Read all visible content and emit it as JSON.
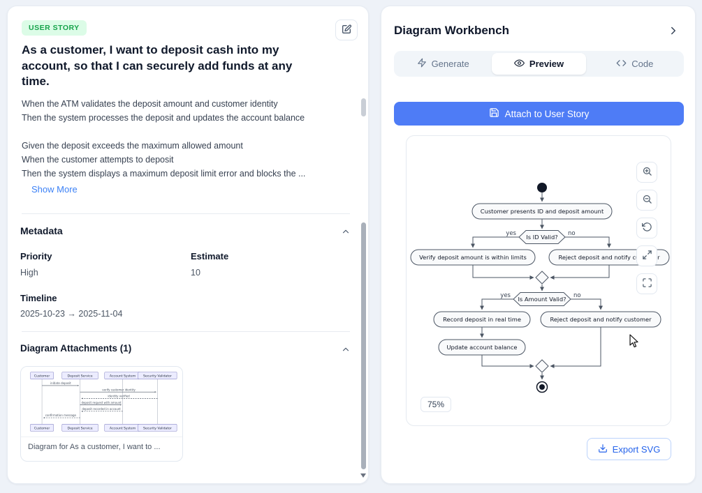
{
  "user_story": {
    "badge": "USER STORY",
    "title": "As a customer, I want to deposit cash into my account, so that I can securely add funds at any time.",
    "criteria": [
      "When the ATM validates the deposit amount and customer identity",
      "Then the system processes the deposit and updates the account balance",
      "",
      "Given the deposit exceeds the maximum allowed amount",
      "When the customer attempts to deposit",
      "Then the system displays a maximum deposit limit error and blocks the ..."
    ],
    "show_more": "Show More",
    "metadata": {
      "heading": "Metadata",
      "priority_label": "Priority",
      "priority_value": "High",
      "estimate_label": "Estimate",
      "estimate_value": "10",
      "timeline_label": "Timeline",
      "timeline_value": "2025-10-23 → 2025-11-04"
    },
    "attachments": {
      "heading": "Diagram Attachments (1)",
      "caption": "Diagram for As a customer, I want to ...",
      "participants": [
        "Customer",
        "Deposit Service",
        "Account System",
        "Security Validator"
      ],
      "messages": [
        "initiate deposit",
        "verify customer identity",
        "identity verified",
        "deposit request with amount",
        "deposit recorded in account",
        "confirmation message"
      ]
    }
  },
  "workbench": {
    "title": "Diagram Workbench",
    "tabs": {
      "generate": "Generate",
      "preview": "Preview",
      "code": "Code"
    },
    "attach_button": "Attach to User Story",
    "zoom_level": "75%",
    "export_button": "Export SVG",
    "flowchart": {
      "n1": "Customer presents ID and deposit amount",
      "d1": "Is ID Valid?",
      "n2": "Verify deposit amount is within limits",
      "n3": "Reject deposit and notify customer",
      "d2": "Is Amount Valid?",
      "n4": "Record deposit in real time",
      "n5": "Reject deposit and notify customer",
      "n6": "Update account balance",
      "yes": "yes",
      "no": "no"
    },
    "colors": {
      "accent_blue": "#4e7cf6",
      "badge_green_bg": "#dcfce7",
      "badge_green_text": "#16a34a",
      "export_blue": "#2563eb"
    }
  }
}
